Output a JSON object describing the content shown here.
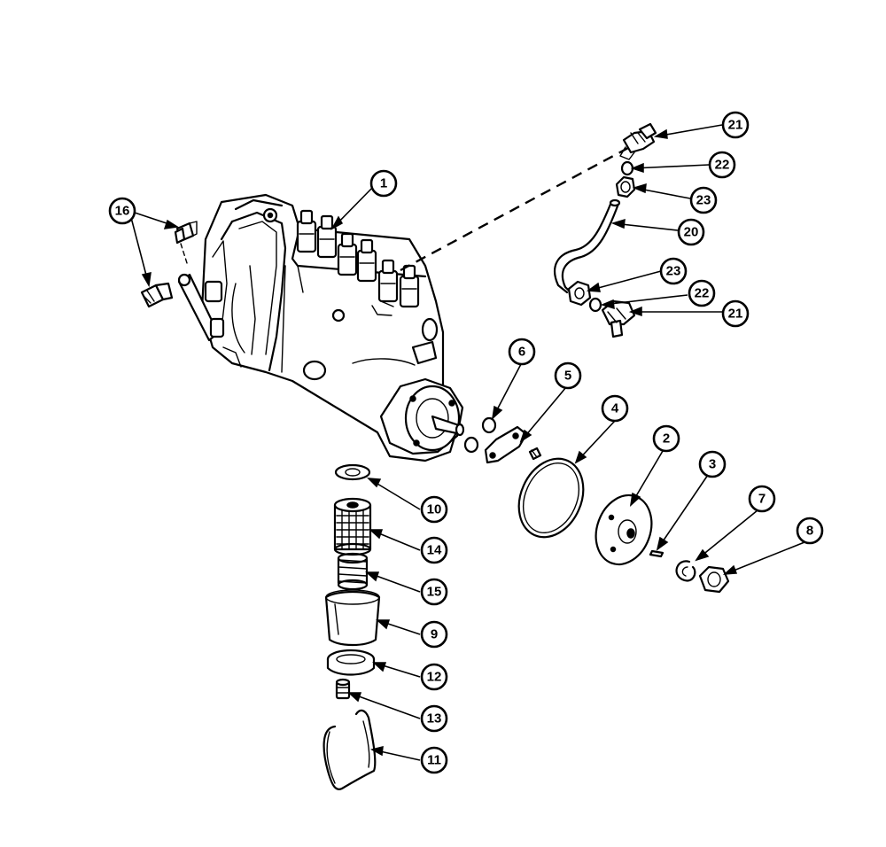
{
  "callouts": [
    {
      "id": "c1",
      "label": "1"
    },
    {
      "id": "c2",
      "label": "2"
    },
    {
      "id": "c3",
      "label": "3"
    },
    {
      "id": "c4",
      "label": "4"
    },
    {
      "id": "c5",
      "label": "5"
    },
    {
      "id": "c6",
      "label": "6"
    },
    {
      "id": "c7",
      "label": "7"
    },
    {
      "id": "c8",
      "label": "8"
    },
    {
      "id": "c9",
      "label": "9"
    },
    {
      "id": "c10",
      "label": "10"
    },
    {
      "id": "c11",
      "label": "11"
    },
    {
      "id": "c12",
      "label": "12"
    },
    {
      "id": "c13",
      "label": "13"
    },
    {
      "id": "c14",
      "label": "14"
    },
    {
      "id": "c15",
      "label": "15"
    },
    {
      "id": "c16",
      "label": "16"
    },
    {
      "id": "c20",
      "label": "20"
    },
    {
      "id": "c21a",
      "label": "21"
    },
    {
      "id": "c21b",
      "label": "21"
    },
    {
      "id": "c22a",
      "label": "22"
    },
    {
      "id": "c22b",
      "label": "22"
    },
    {
      "id": "c23a",
      "label": "23"
    },
    {
      "id": "c23b",
      "label": "23"
    }
  ]
}
